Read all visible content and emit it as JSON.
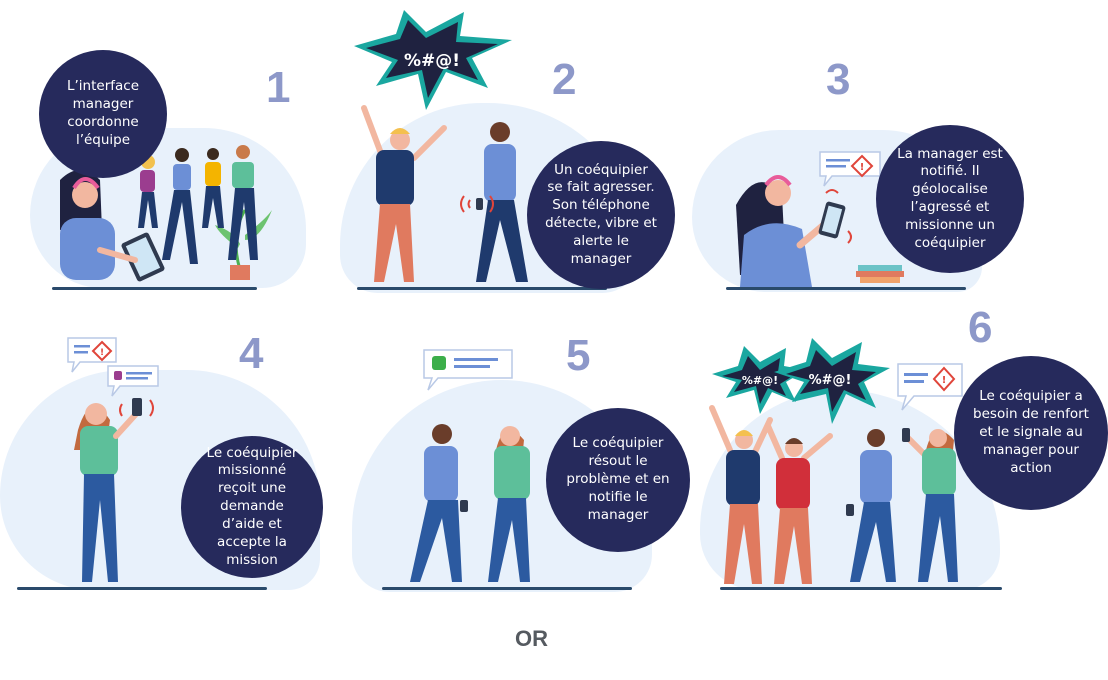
{
  "steps": [
    {
      "number": "1",
      "text": "L’interface manager coordonne l’équipe"
    },
    {
      "number": "2",
      "text": "Un coéquipier se fait agresser. Son téléphone détecte, vibre et alerte le manager",
      "shout": "%#@!"
    },
    {
      "number": "3",
      "text": "La manager est notifié. Il géolocalise l’agressé et missionne un coéquipier"
    },
    {
      "number": "4",
      "text": "Le coéquipier missionné reçoit une demande d’aide et accepte la mission"
    },
    {
      "number": "5",
      "text": "Le coéquipier résout le problème et en notifie le manager"
    },
    {
      "number": "6",
      "text": "Le coéquipier a besoin de renfort et le signale au manager pour action",
      "shout_a": "%#@!",
      "shout_b": "%#@!"
    }
  ],
  "separator": "OR",
  "colors": {
    "bubble": "#262a5c",
    "number": "#8d98c9",
    "blob": "#e8f1fb",
    "ground": "#2a4a6b",
    "burst": "#1aa7a0",
    "alert": "#e0453a",
    "ok": "#3cae4a"
  }
}
